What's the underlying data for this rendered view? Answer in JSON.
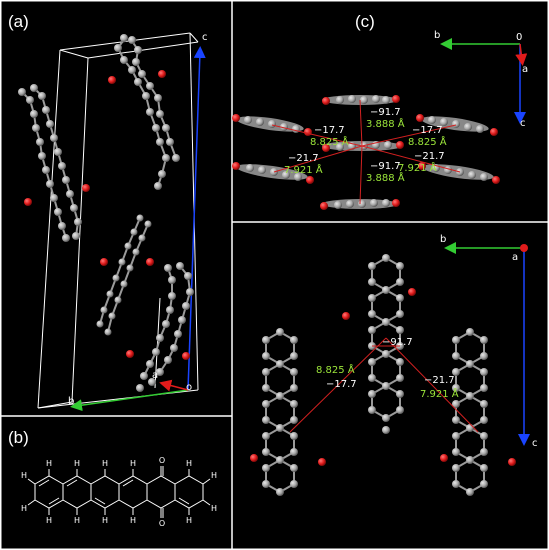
{
  "panels": {
    "a": "(a)",
    "b": "(b)",
    "c": "(c)"
  },
  "axes": {
    "a_panel": {
      "c": "c",
      "b": "b",
      "a": "a",
      "o": "o"
    },
    "c_top": {
      "b": "b",
      "zero": "0",
      "a": "a",
      "c": "c"
    },
    "c_bottom": {
      "b": "b",
      "a": "a",
      "c": "c"
    }
  },
  "annotations_top": {
    "t1": "−91.7",
    "t1d": "3.888 Å",
    "t2": "−17.7",
    "t2d": "8.825 Å",
    "t3": "−17.7",
    "t3d": "8.825 Å",
    "t4": "−21.7",
    "t4d": "7.921 Å",
    "t5": "−91.7",
    "t5d": "3.888 Å",
    "t6": "−21.7",
    "t6d": "7.921 Å"
  },
  "annotations_bottom": {
    "b1": "−91.7",
    "b2": "8.825 Å",
    "b3": "−17.7",
    "b4": "−21.7",
    "b5": "7.921 Å"
  },
  "structure_b": {
    "h": "H",
    "o": "O"
  },
  "colors": {
    "background": "#000000",
    "carbon": "#a8a8a8",
    "oxygen": "#e11b1b",
    "axis_green": "#33cc33",
    "axis_blue": "#1a44ff",
    "axis_red": "#e11b1b",
    "annotation_green": "#9be53a",
    "contact_red": "#d22020"
  }
}
